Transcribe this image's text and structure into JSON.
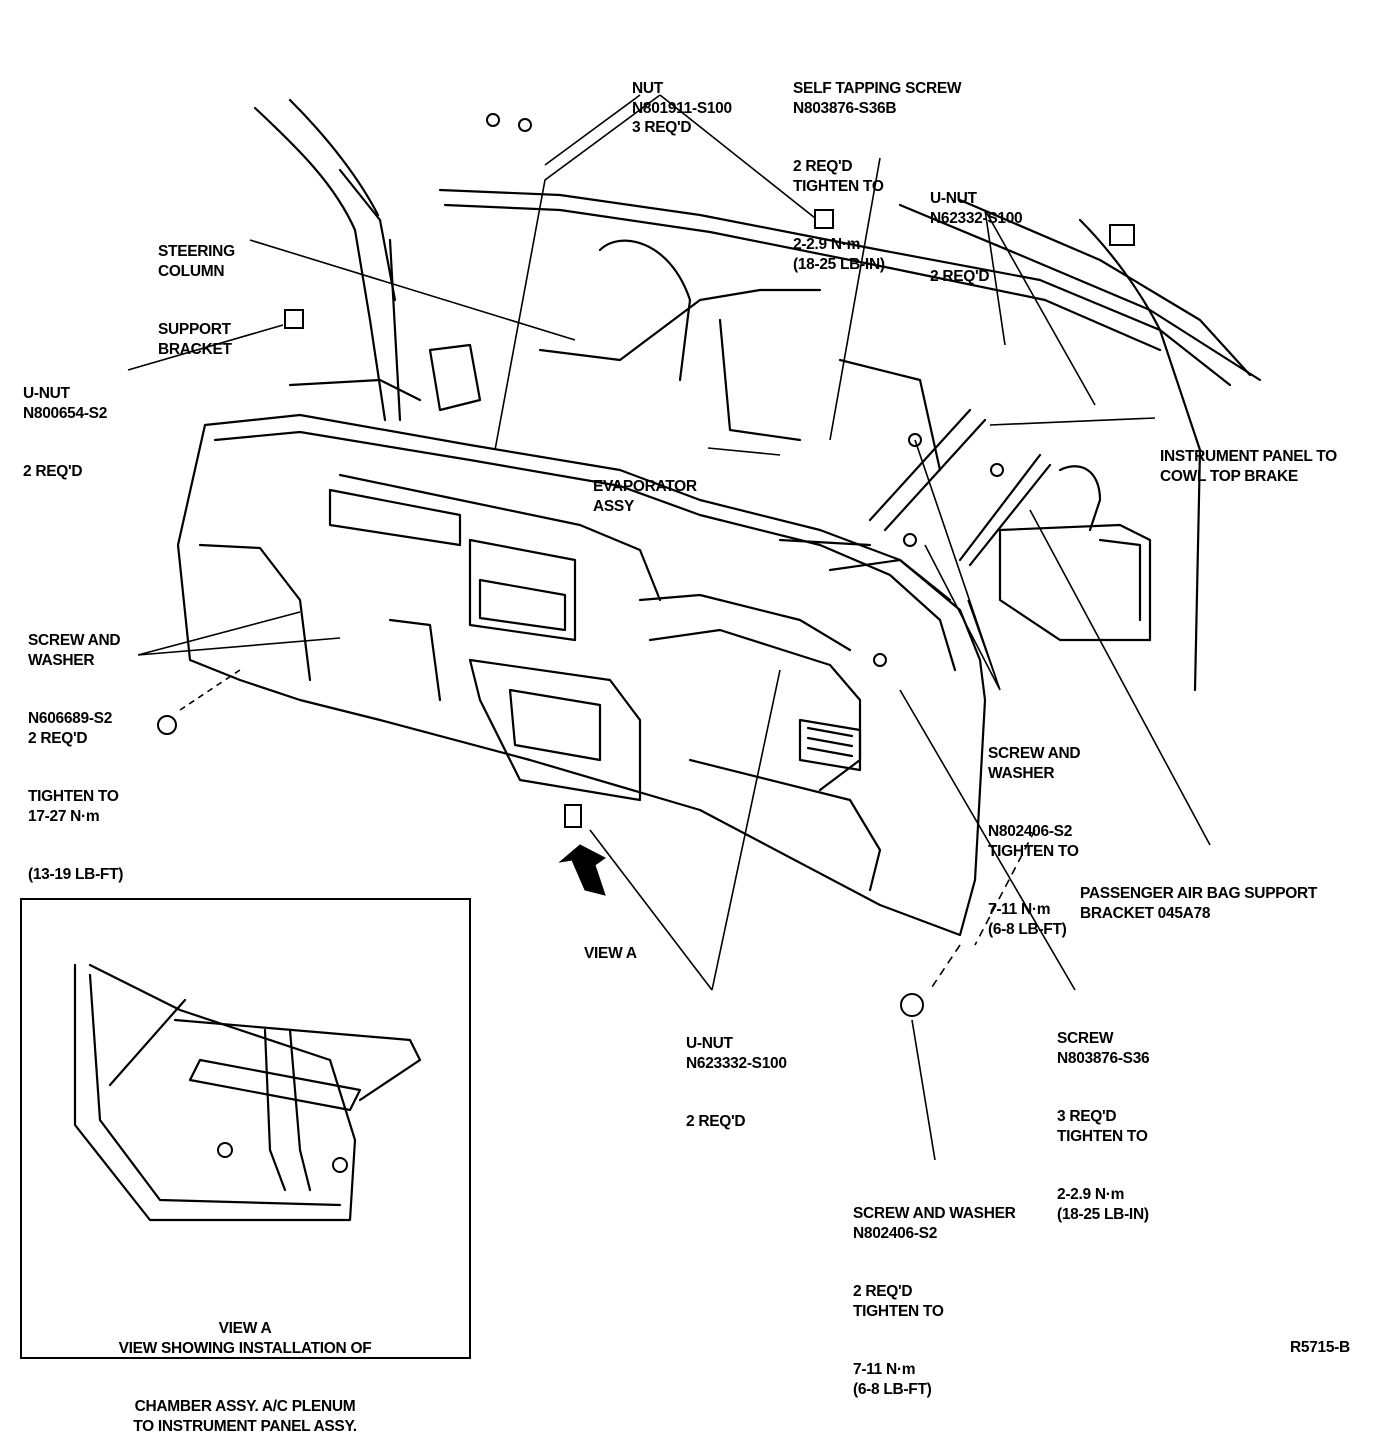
{
  "labels": {
    "nut": [
      "NUT",
      "N801911-S100",
      "3 REQ'D"
    ],
    "self_tapping_screw": [
      "SELF TAPPING SCREW",
      "N803876-S36B",
      "2 REQ'D",
      "TIGHTEN TO",
      "2-2.9 N·m",
      "(18-25 LB-IN)"
    ],
    "u_nut_top_right": [
      "U-NUT",
      "N62332-S100",
      "2 REQ'D"
    ],
    "steering_bracket": [
      "STEERING",
      "COLUMN",
      "SUPPORT",
      "BRACKET"
    ],
    "u_nut_left": [
      "U-NUT",
      "N800654-S2",
      "2 REQ'D"
    ],
    "instrument_panel_cowl": [
      "INSTRUMENT PANEL TO",
      "COWL TOP BRAKE"
    ],
    "evaporator": [
      "EVAPORATOR",
      "ASSY"
    ],
    "screw_washer_left": [
      "SCREW AND",
      "WASHER",
      "N606689-S2",
      "2 REQ'D",
      "TIGHTEN TO",
      "17-27 N·m",
      "(13-19 LB-FT)"
    ],
    "screw_washer_right": [
      "SCREW AND",
      "WASHER",
      "N802406-S2",
      "TIGHTEN TO",
      "7-11 N·m",
      "(6-8 LB-FT)"
    ],
    "passenger_airbag": [
      "PASSENGER AIR BAG SUPPORT",
      "BRACKET 045A78"
    ],
    "view_a_arrow": [
      "VIEW A"
    ],
    "u_nut_bottom": [
      "U-NUT",
      "N623332-S100",
      "2 REQ'D"
    ],
    "screw_bottom_right": [
      "SCREW",
      "N803876-S36",
      "3 REQ'D",
      "TIGHTEN TO",
      "2-2.9 N·m",
      "(18-25 LB-IN)"
    ],
    "screw_washer_bottom": [
      "SCREW AND WASHER",
      "N802406-S2",
      "2 REQ'D",
      "TIGHTEN TO",
      "7-11 N·m",
      "(6-8 LB-FT)"
    ]
  },
  "inset_caption": [
    "VIEW A",
    "VIEW SHOWING INSTALLATION OF",
    "CHAMBER ASSY. A/C PLENUM",
    "TO INSTRUMENT PANEL ASSY."
  ],
  "figure_id": "R5715-B"
}
